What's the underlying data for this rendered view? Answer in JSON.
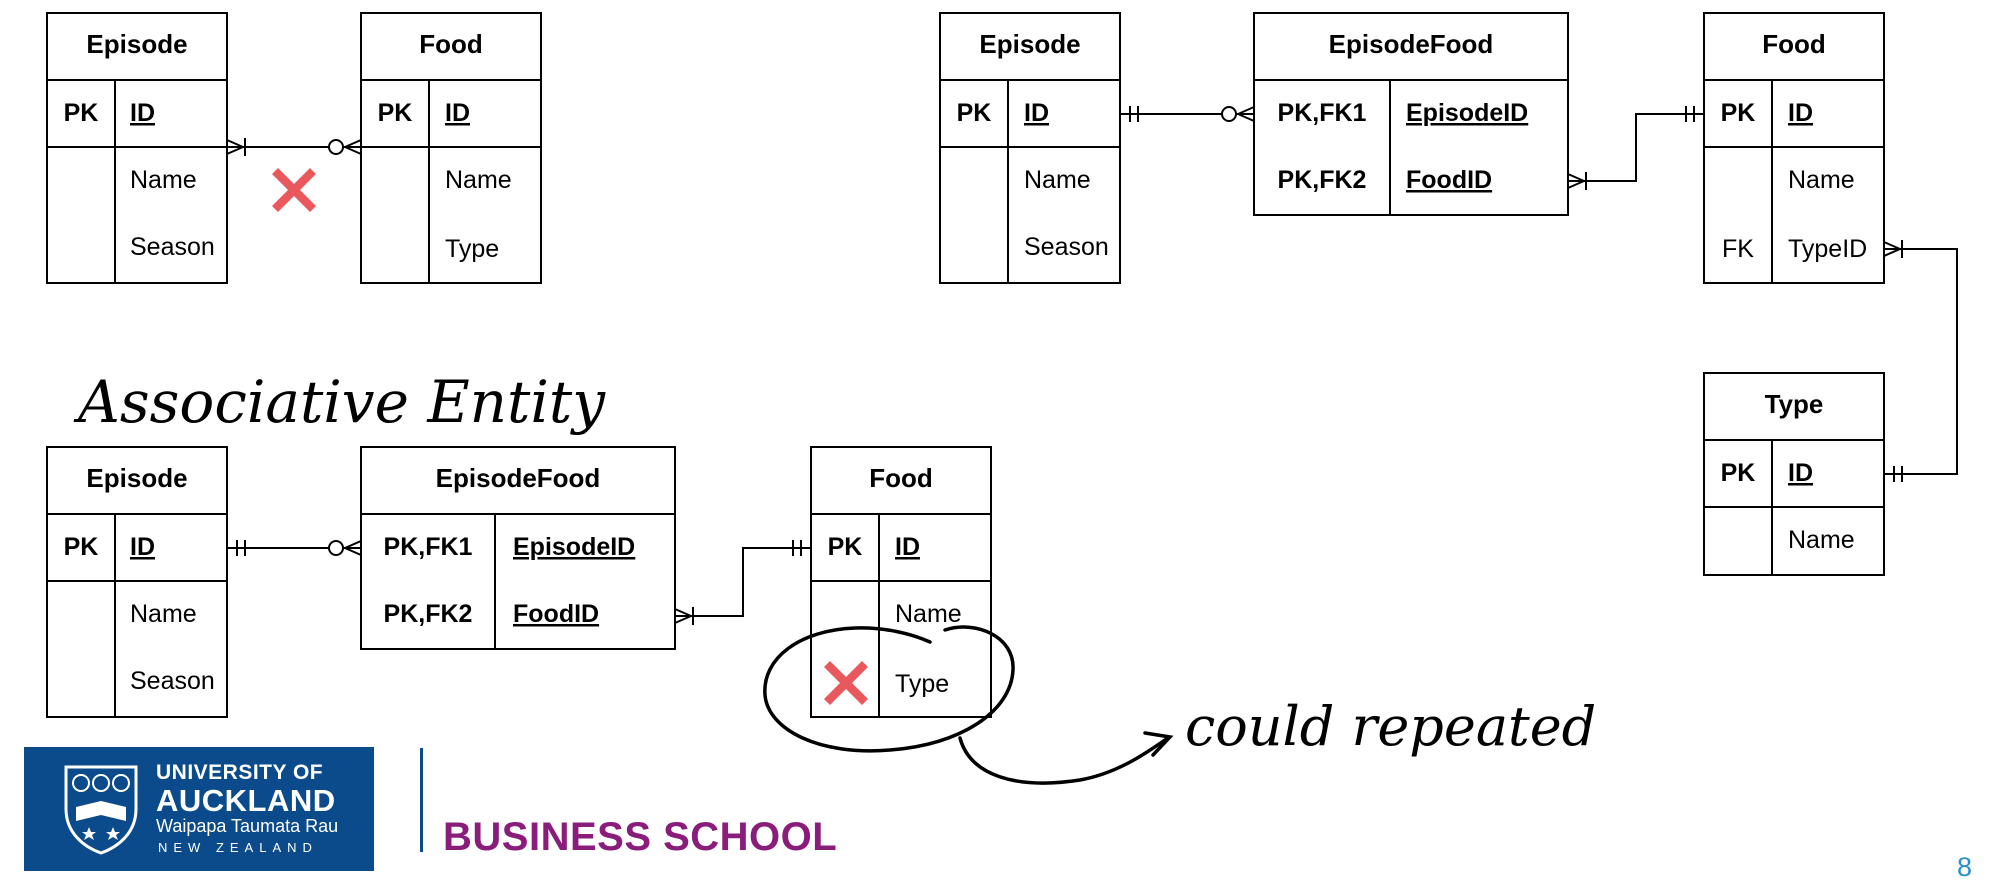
{
  "diagrams": {
    "wrong": {
      "episode": {
        "title": "Episode",
        "pk_key": "PK",
        "pk_attr": "ID",
        "attrs": [
          "Name",
          "Season"
        ]
      },
      "food": {
        "title": "Food",
        "pk_key": "PK",
        "pk_attr": "ID",
        "attrs": [
          "Name",
          "Type"
        ]
      }
    },
    "associative": {
      "episode": {
        "title": "Episode",
        "pk_key": "PK",
        "pk_attr": "ID",
        "attrs": [
          "Name",
          "Season"
        ]
      },
      "episodefood": {
        "title": "EpisodeFood",
        "key1": "PK,FK1",
        "attr1": "EpisodeID",
        "key2": "PK,FK2",
        "attr2": "FoodID"
      },
      "food": {
        "title": "Food",
        "pk_key": "PK",
        "pk_attr": "ID",
        "attrs": [
          "Name",
          "Type"
        ]
      }
    },
    "normalized": {
      "episode": {
        "title": "Episode",
        "pk_key": "PK",
        "pk_attr": "ID",
        "attrs": [
          "Name",
          "Season"
        ]
      },
      "episodefood": {
        "title": "EpisodeFood",
        "key1": "PK,FK1",
        "attr1": "EpisodeID",
        "key2": "PK,FK2",
        "attr2": "FoodID"
      },
      "food": {
        "title": "Food",
        "pk_key": "PK",
        "pk_attr": "ID",
        "attr_name": "Name",
        "fk_key": "FK",
        "fk_attr": "TypeID"
      },
      "type": {
        "title": "Type",
        "pk_key": "PK",
        "pk_attr": "ID",
        "attrs": [
          "Name"
        ]
      }
    }
  },
  "annotations": {
    "associative_entity": "Associative Entity",
    "could_repeated": "could repeated"
  },
  "footer": {
    "university_line1": "UNIVERSITY OF",
    "university_line2": "AUCKLAND",
    "university_line3": "Waipapa Taumata Rau",
    "university_line4": "NEW ZEALAND",
    "school": "BUSINESS SCHOOL",
    "page_number": "8"
  },
  "colors": {
    "line": "#000000",
    "cross": "#e8585c",
    "logo_bg": "#0b4a8b",
    "school_text": "#8a1c7c",
    "page_number": "#2a8fc9"
  },
  "icons": [
    "red-cross-icon",
    "university-crest-icon"
  ]
}
